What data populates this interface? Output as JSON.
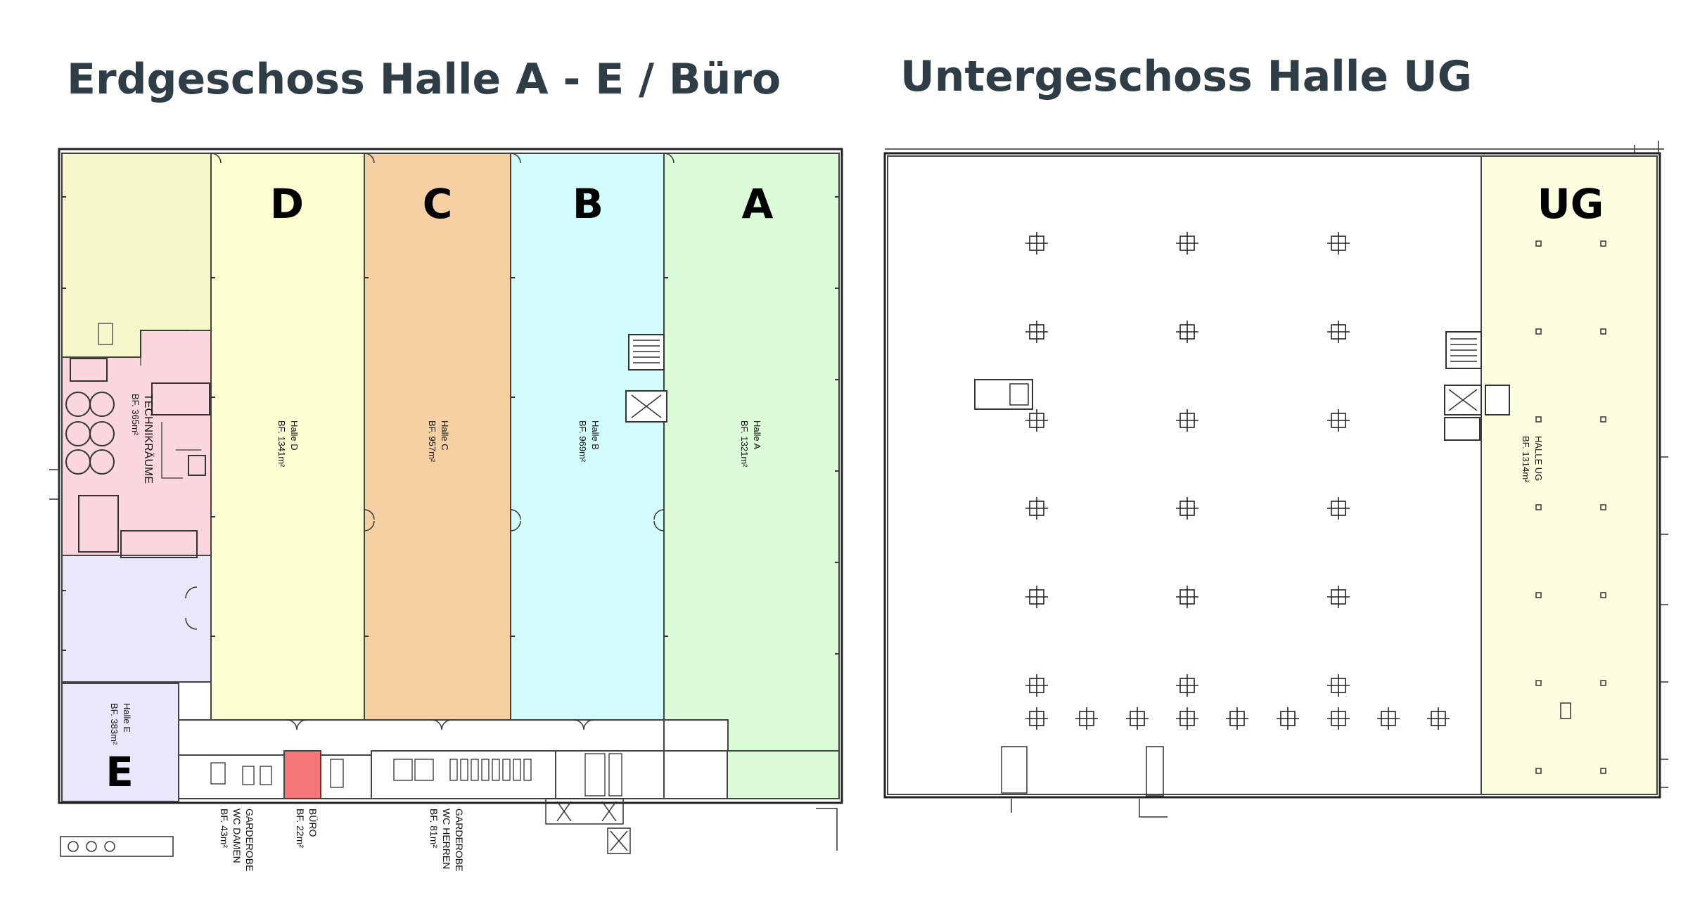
{
  "titles": {
    "left": "Erdgeschoss Halle A - E / Büro",
    "right": "Untergeschoss Halle UG"
  },
  "halls": {
    "D": {
      "letter": "D",
      "name": "Halle D",
      "area": "BF. 1341m²"
    },
    "C": {
      "letter": "C",
      "name": "Halle C",
      "area": "BF. 957m²"
    },
    "B": {
      "letter": "B",
      "name": "Halle B",
      "area": "BF. 969m²"
    },
    "A": {
      "letter": "A",
      "name": "Halle A",
      "area": "BF. 1321m²"
    },
    "E": {
      "letter": "E",
      "name": "Halle E",
      "area": "BF. 383m²"
    },
    "UG": {
      "letter": "UG",
      "name": "HALLE UG",
      "area": "BF. 1314m²"
    }
  },
  "rooms": {
    "technik_name": "TECHNIKRÄUME",
    "technik_area": "BF. 365m²",
    "garderobe_damen_1": "GARDEROBE",
    "garderobe_damen_2": "WC DAMEN",
    "garderobe_damen_area": "BF. 43m²",
    "buero_name": "BÜRO",
    "buero_area": "BF. 22m²",
    "garderobe_herren_1": "GARDEROBE",
    "garderobe_herren_2": "WC HERREN",
    "garderobe_herren_area": "BF. 81m²"
  },
  "colors": {
    "hall_d": "#fdfdd2",
    "hall_c": "#f4d0a2",
    "hall_b": "#d2fbfb",
    "hall_a": "#dcfbd8",
    "hall_e": "#e8e8fa",
    "tech_area": "#fad7dc",
    "top_left": "#f6f8cc",
    "buero": "#f47777",
    "hall_ug": "#fdfde0",
    "title_text": "#2f3d47"
  }
}
